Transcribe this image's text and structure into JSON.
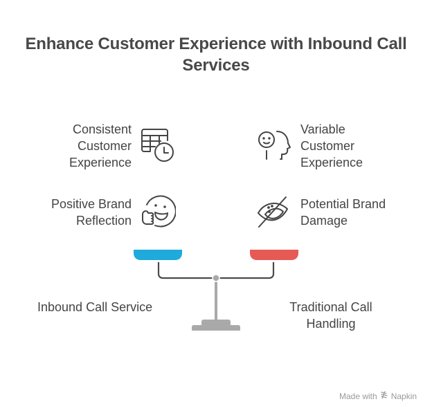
{
  "title": {
    "line1": "Enhance Customer Experience with Inbound Call",
    "line2": "Services"
  },
  "left": {
    "items": [
      {
        "icon": "table-clock-icon",
        "lines": [
          "Consistent",
          "Customer",
          "Experience"
        ]
      },
      {
        "icon": "smile-thumbs-up-icon",
        "lines": [
          "Positive Brand",
          "Reflection"
        ]
      }
    ],
    "pan_label": "Inbound Call Service",
    "pan_color": "#1EAADB"
  },
  "right": {
    "items": [
      {
        "icon": "face-head-profile-icon",
        "lines": [
          "Variable",
          "Customer",
          "Experience"
        ]
      },
      {
        "icon": "eye-slash-icon",
        "lines": [
          "Potential Brand",
          "Damage"
        ]
      }
    ],
    "pan_label_lines": [
      "Traditional Call",
      "Handling"
    ],
    "pan_color": "#E65A56"
  },
  "footer": {
    "made_with": "Made with",
    "brand": "Napkin"
  }
}
